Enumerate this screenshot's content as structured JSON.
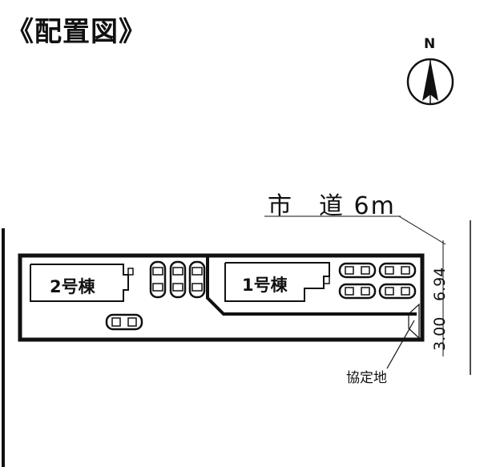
{
  "title": "《配置図》",
  "compass": {
    "label": "N"
  },
  "road": {
    "label": "市　道 6m"
  },
  "buildings": [
    {
      "label": "2号棟"
    },
    {
      "label": "1号棟"
    }
  ],
  "dimensions": {
    "upper": "6.94",
    "lower": "3.00"
  },
  "note": "協定地"
}
